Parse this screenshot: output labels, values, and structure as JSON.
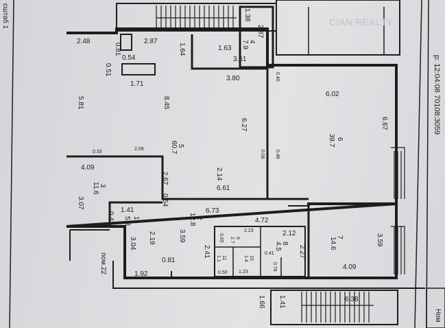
{
  "margin_left_text": "сштаб 1",
  "margin_right_text": "р: 12:04:08 70108:3059",
  "corner_text": "Ном",
  "watermark": "CIAN REALTY",
  "rooms": [
    {
      "num": "1",
      "area": "5.8"
    },
    {
      "num": "2",
      "area": "12.8"
    },
    {
      "num": "3",
      "area": "11.6"
    },
    {
      "num": "4",
      "area": "7.9"
    },
    {
      "num": "5",
      "area": "60.7"
    },
    {
      "num": "6",
      "area": "39.7"
    },
    {
      "num": "7",
      "area": "14.6"
    },
    {
      "num": "8",
      "area": "4.5"
    },
    {
      "num": "9",
      "area": "2.7"
    },
    {
      "num": "10",
      "area": "1.4"
    },
    {
      "num": "11",
      "area": "1.1"
    }
  ],
  "dims": [
    "2.48",
    "0.81",
    "2.87",
    "0.54",
    "1.64",
    "1.38",
    "2.87",
    "1.63",
    "3.61",
    "0.51",
    "1.71",
    "3.80",
    "0.40",
    "5.81",
    "8.45",
    "6.27",
    "6.02",
    "6.67",
    "0.33",
    "2.09",
    "0.08",
    "0.48",
    "4.09",
    "3.07",
    "2.67",
    "0.54",
    "2.14",
    "6.61",
    "1.41",
    "0.41",
    "6.73",
    "4.72",
    "2.12",
    "2.27",
    "3.59",
    "4.09",
    "3.04",
    "2.19",
    "3.59",
    "2.41",
    "0.81",
    "1.92",
    "2.23",
    "0.65",
    "0.41",
    "0.78",
    "1.23",
    "0.50",
    "1.66",
    "1.41",
    "6.38"
  ],
  "pom_label": "пом.22"
}
